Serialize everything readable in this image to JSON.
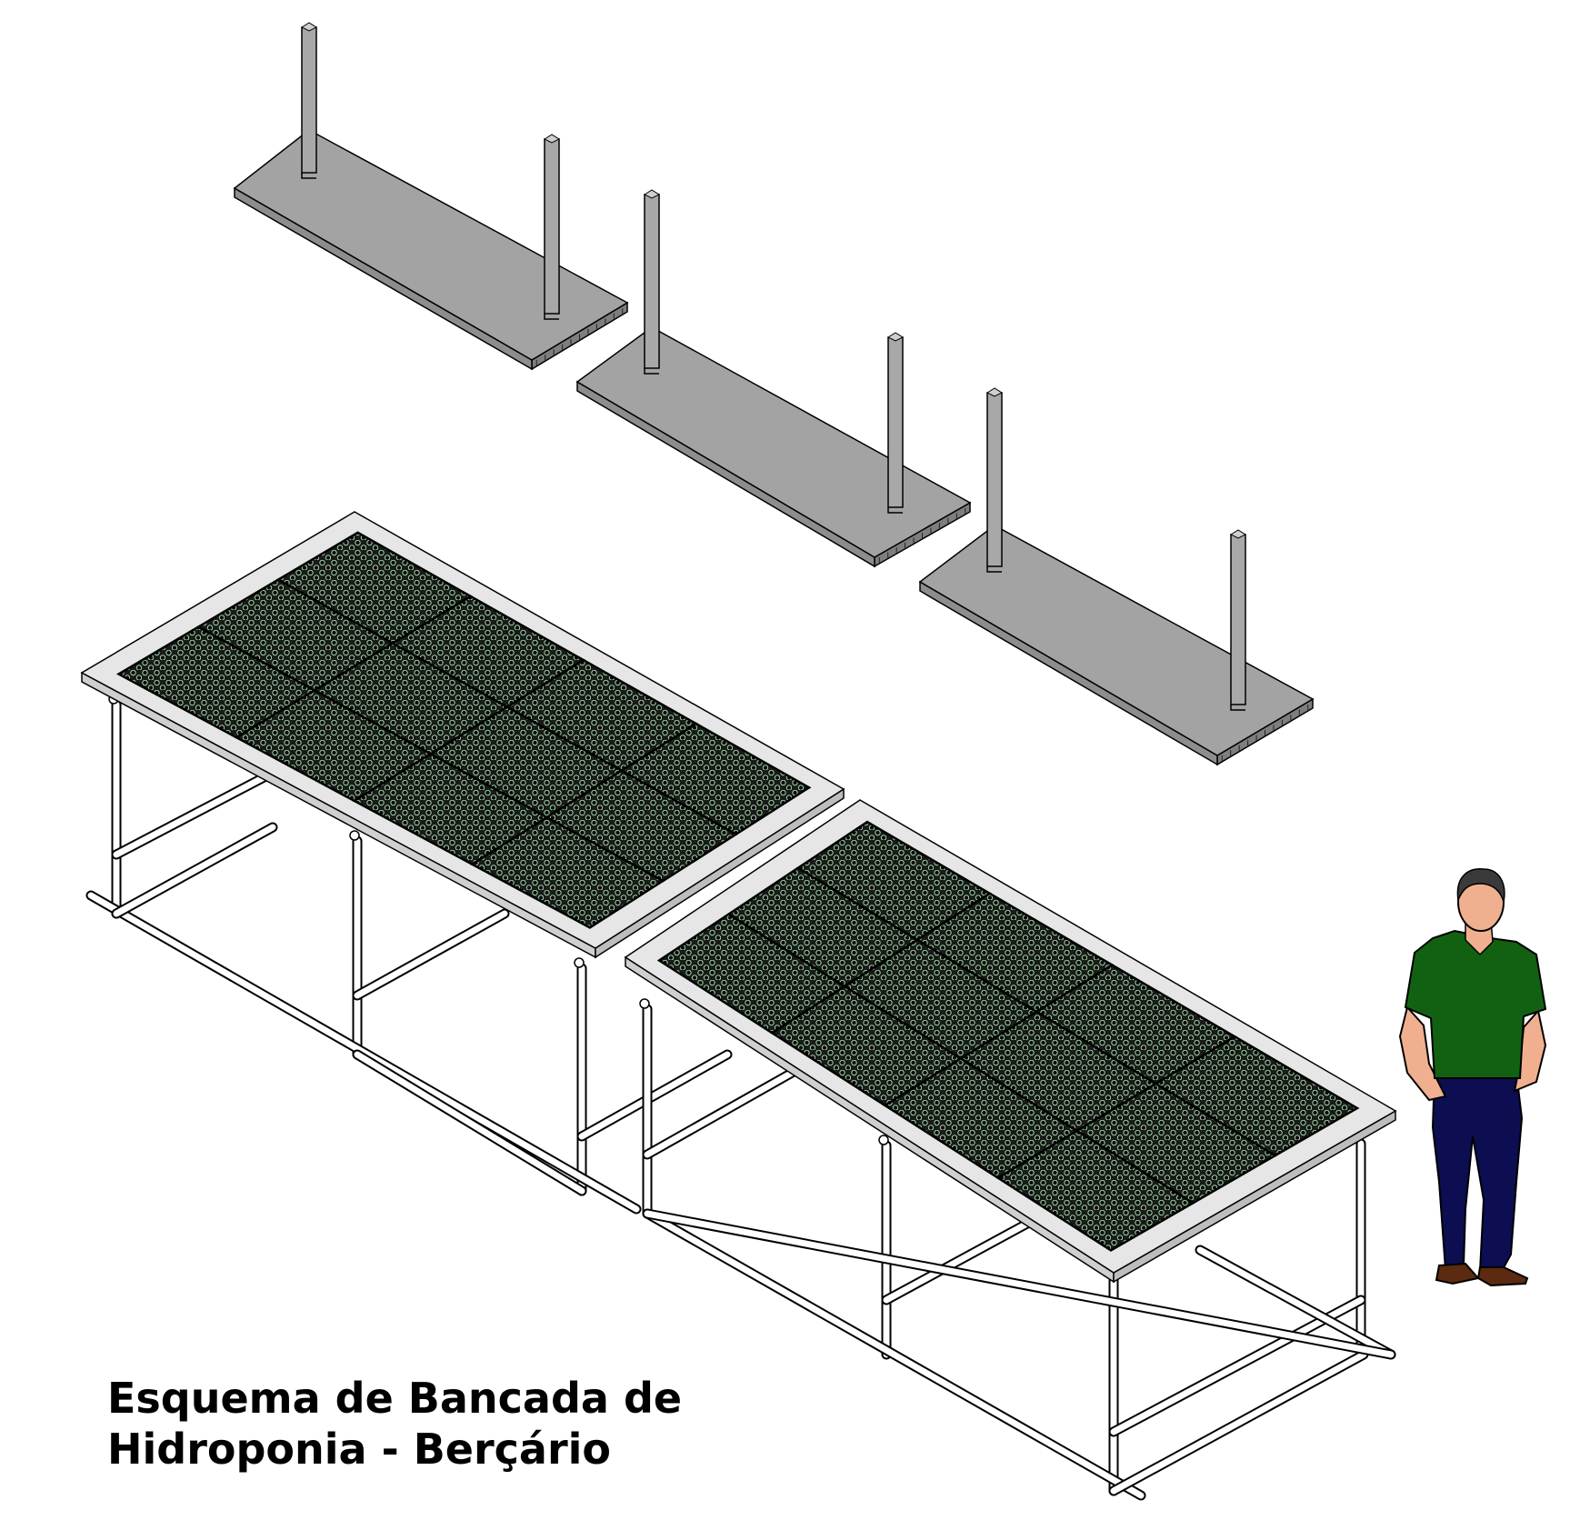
{
  "caption": {
    "line1": "Esquema de Bancada de",
    "line2": "Hidroponia - Berçário"
  },
  "colors": {
    "panel": "#a3a3a3",
    "panel_edge": "#7e7e7e",
    "bench_top": "#e6e6e6",
    "tray": "#141414",
    "cell_ring": "#9fd8a3",
    "frame": "#ffffff",
    "shirt": "#126112",
    "trousers": "#0d0d52",
    "skin": "#f0b090",
    "shoes": "#5b2a10"
  },
  "diagram": {
    "suspended_panels": 3,
    "benches": 2,
    "tray_rows_per_bench": 3,
    "tray_cols_per_bench": 4,
    "figure": "person-for-scale"
  }
}
